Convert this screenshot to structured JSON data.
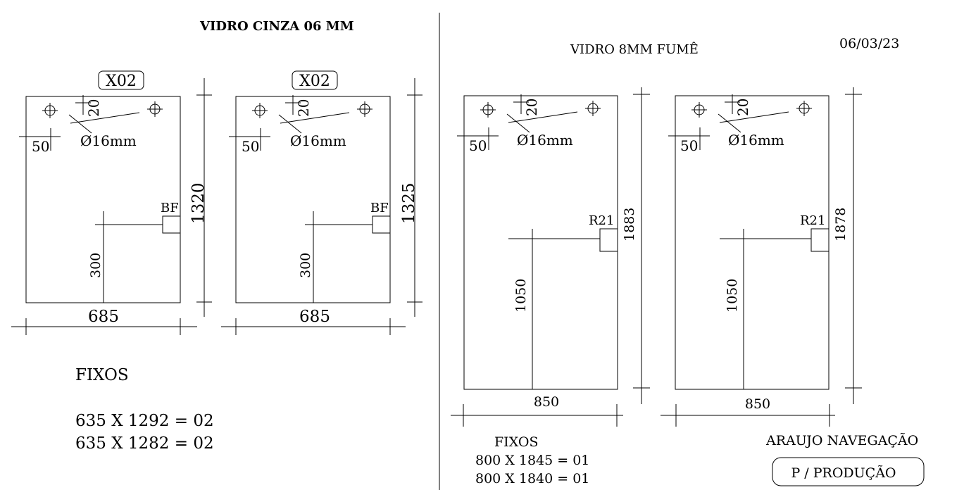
{
  "left": {
    "title": "VIDRO CINZA  06 MM",
    "panels": [
      {
        "tag": "X02",
        "width": "685",
        "height": "1320",
        "top_offset": "20",
        "side_offset": "50",
        "hole": "Ø16mm",
        "mark": "BF",
        "mark_height": "300"
      },
      {
        "tag": "X02",
        "width": "685",
        "height": "1325",
        "top_offset": "20",
        "side_offset": "50",
        "hole": "Ø16mm",
        "mark": "BF",
        "mark_height": "300"
      }
    ],
    "fixos_title": "FIXOS",
    "fixos": [
      "635 X 1292 = 02",
      "635 X 1282 = 02"
    ]
  },
  "right": {
    "title": "VIDRO 8MM  FUMÊ",
    "date": "06/03/23",
    "panels": [
      {
        "width": "850",
        "height": "1883",
        "top_offset": "20",
        "side_offset": "50",
        "hole": "Ø16mm",
        "mark": "R21",
        "mark_height": "1050"
      },
      {
        "width": "850",
        "height": "1878",
        "top_offset": "20",
        "side_offset": "50",
        "hole": "Ø16mm",
        "mark": "R21",
        "mark_height": "1050"
      }
    ],
    "fixos_title": "FIXOS",
    "fixos": [
      "800 X 1845 = 01",
      "800 X 1840 = 01"
    ],
    "company": "ARAUJO NAVEGAÇÃO",
    "stamp": "P / PRODUÇÃO"
  }
}
